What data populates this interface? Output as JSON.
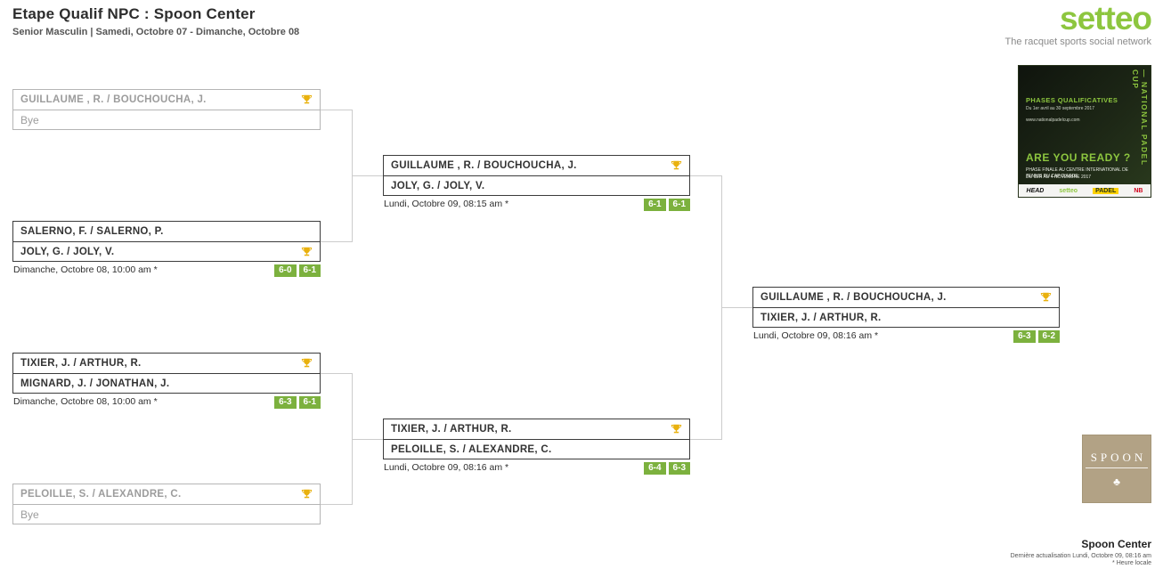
{
  "page": {
    "title": "Etape Qualif NPC : Spoon Center",
    "subtitle": "Senior Masculin | Samedi, Octobre 07 - Dimanche, Octobre 08"
  },
  "brand": {
    "name": "setteo",
    "tagline": "The racquet sports social network"
  },
  "colors": {
    "accent_green": "#8dc63f",
    "score_badge_green": "#7cb13e",
    "trophy_gold": "#e9b10e",
    "spoon_beige": "#b2a285",
    "connector_gray": "#cccccc"
  },
  "bracket": {
    "r1m1": {
      "team1": "GUILLAUME , R. / BOUCHOUCHA, J.",
      "team2": "Bye"
    },
    "r1m2": {
      "team1": "SALERNO, F. / SALERNO, P.",
      "team2": "JOLY, G. / JOLY, V.",
      "date": "Dimanche, Octobre 08, 10:00 am *",
      "set1": "6-0",
      "set2": "6-1"
    },
    "r1m3": {
      "team1": "TIXIER, J. / ARTHUR, R.",
      "team2": "MIGNARD, J. / JONATHAN, J.",
      "date": "Dimanche, Octobre 08, 10:00 am *",
      "set1": "6-3",
      "set2": "6-1"
    },
    "r1m4": {
      "team1": "PELOILLE, S. / ALEXANDRE, C.",
      "team2": "Bye"
    },
    "r2m1": {
      "team1": "GUILLAUME , R. / BOUCHOUCHA, J.",
      "team2": "JOLY, G. / JOLY, V.",
      "date": "Lundi, Octobre 09, 08:15 am *",
      "set1": "6-1",
      "set2": "6-1"
    },
    "r2m2": {
      "team1": "TIXIER, J. / ARTHUR, R.",
      "team2": "PELOILLE, S. / ALEXANDRE, C.",
      "date": "Lundi, Octobre 09, 08:16 am *",
      "set1": "6-4",
      "set2": "6-3"
    },
    "final": {
      "team1": "GUILLAUME , R. / BOUCHOUCHA, J.",
      "team2": "TIXIER, J. / ARTHUR, R.",
      "date": "Lundi, Octobre 09, 08:16 am *",
      "set1": "6-3",
      "set2": "6-2"
    }
  },
  "poster": {
    "heading": "PHASES QUALIFICATIVES",
    "dates": "Du 1er avril au 30 septembre 2017",
    "url": "www.nationalpadelcup.com",
    "ready": "ARE YOU READY ?",
    "finale1": "PHASE FINALE AU CENTRE INTERNATIONAL DE TENNIS DU CAP D'AGDE",
    "finale2": "DU 1ER AU 4 NOVEMBRE 2017",
    "side": "— NATIONAL PADEL CUP",
    "sponsors": [
      "HEAD",
      "setteo",
      "PADEL",
      "NB"
    ]
  },
  "venue": {
    "logo_text": "SPOON",
    "club_icon": "♣",
    "name": "Spoon Center",
    "updated": "Dernière actualisation Lundi, Octobre 09, 08:16 am",
    "note": "* Heure locale"
  }
}
